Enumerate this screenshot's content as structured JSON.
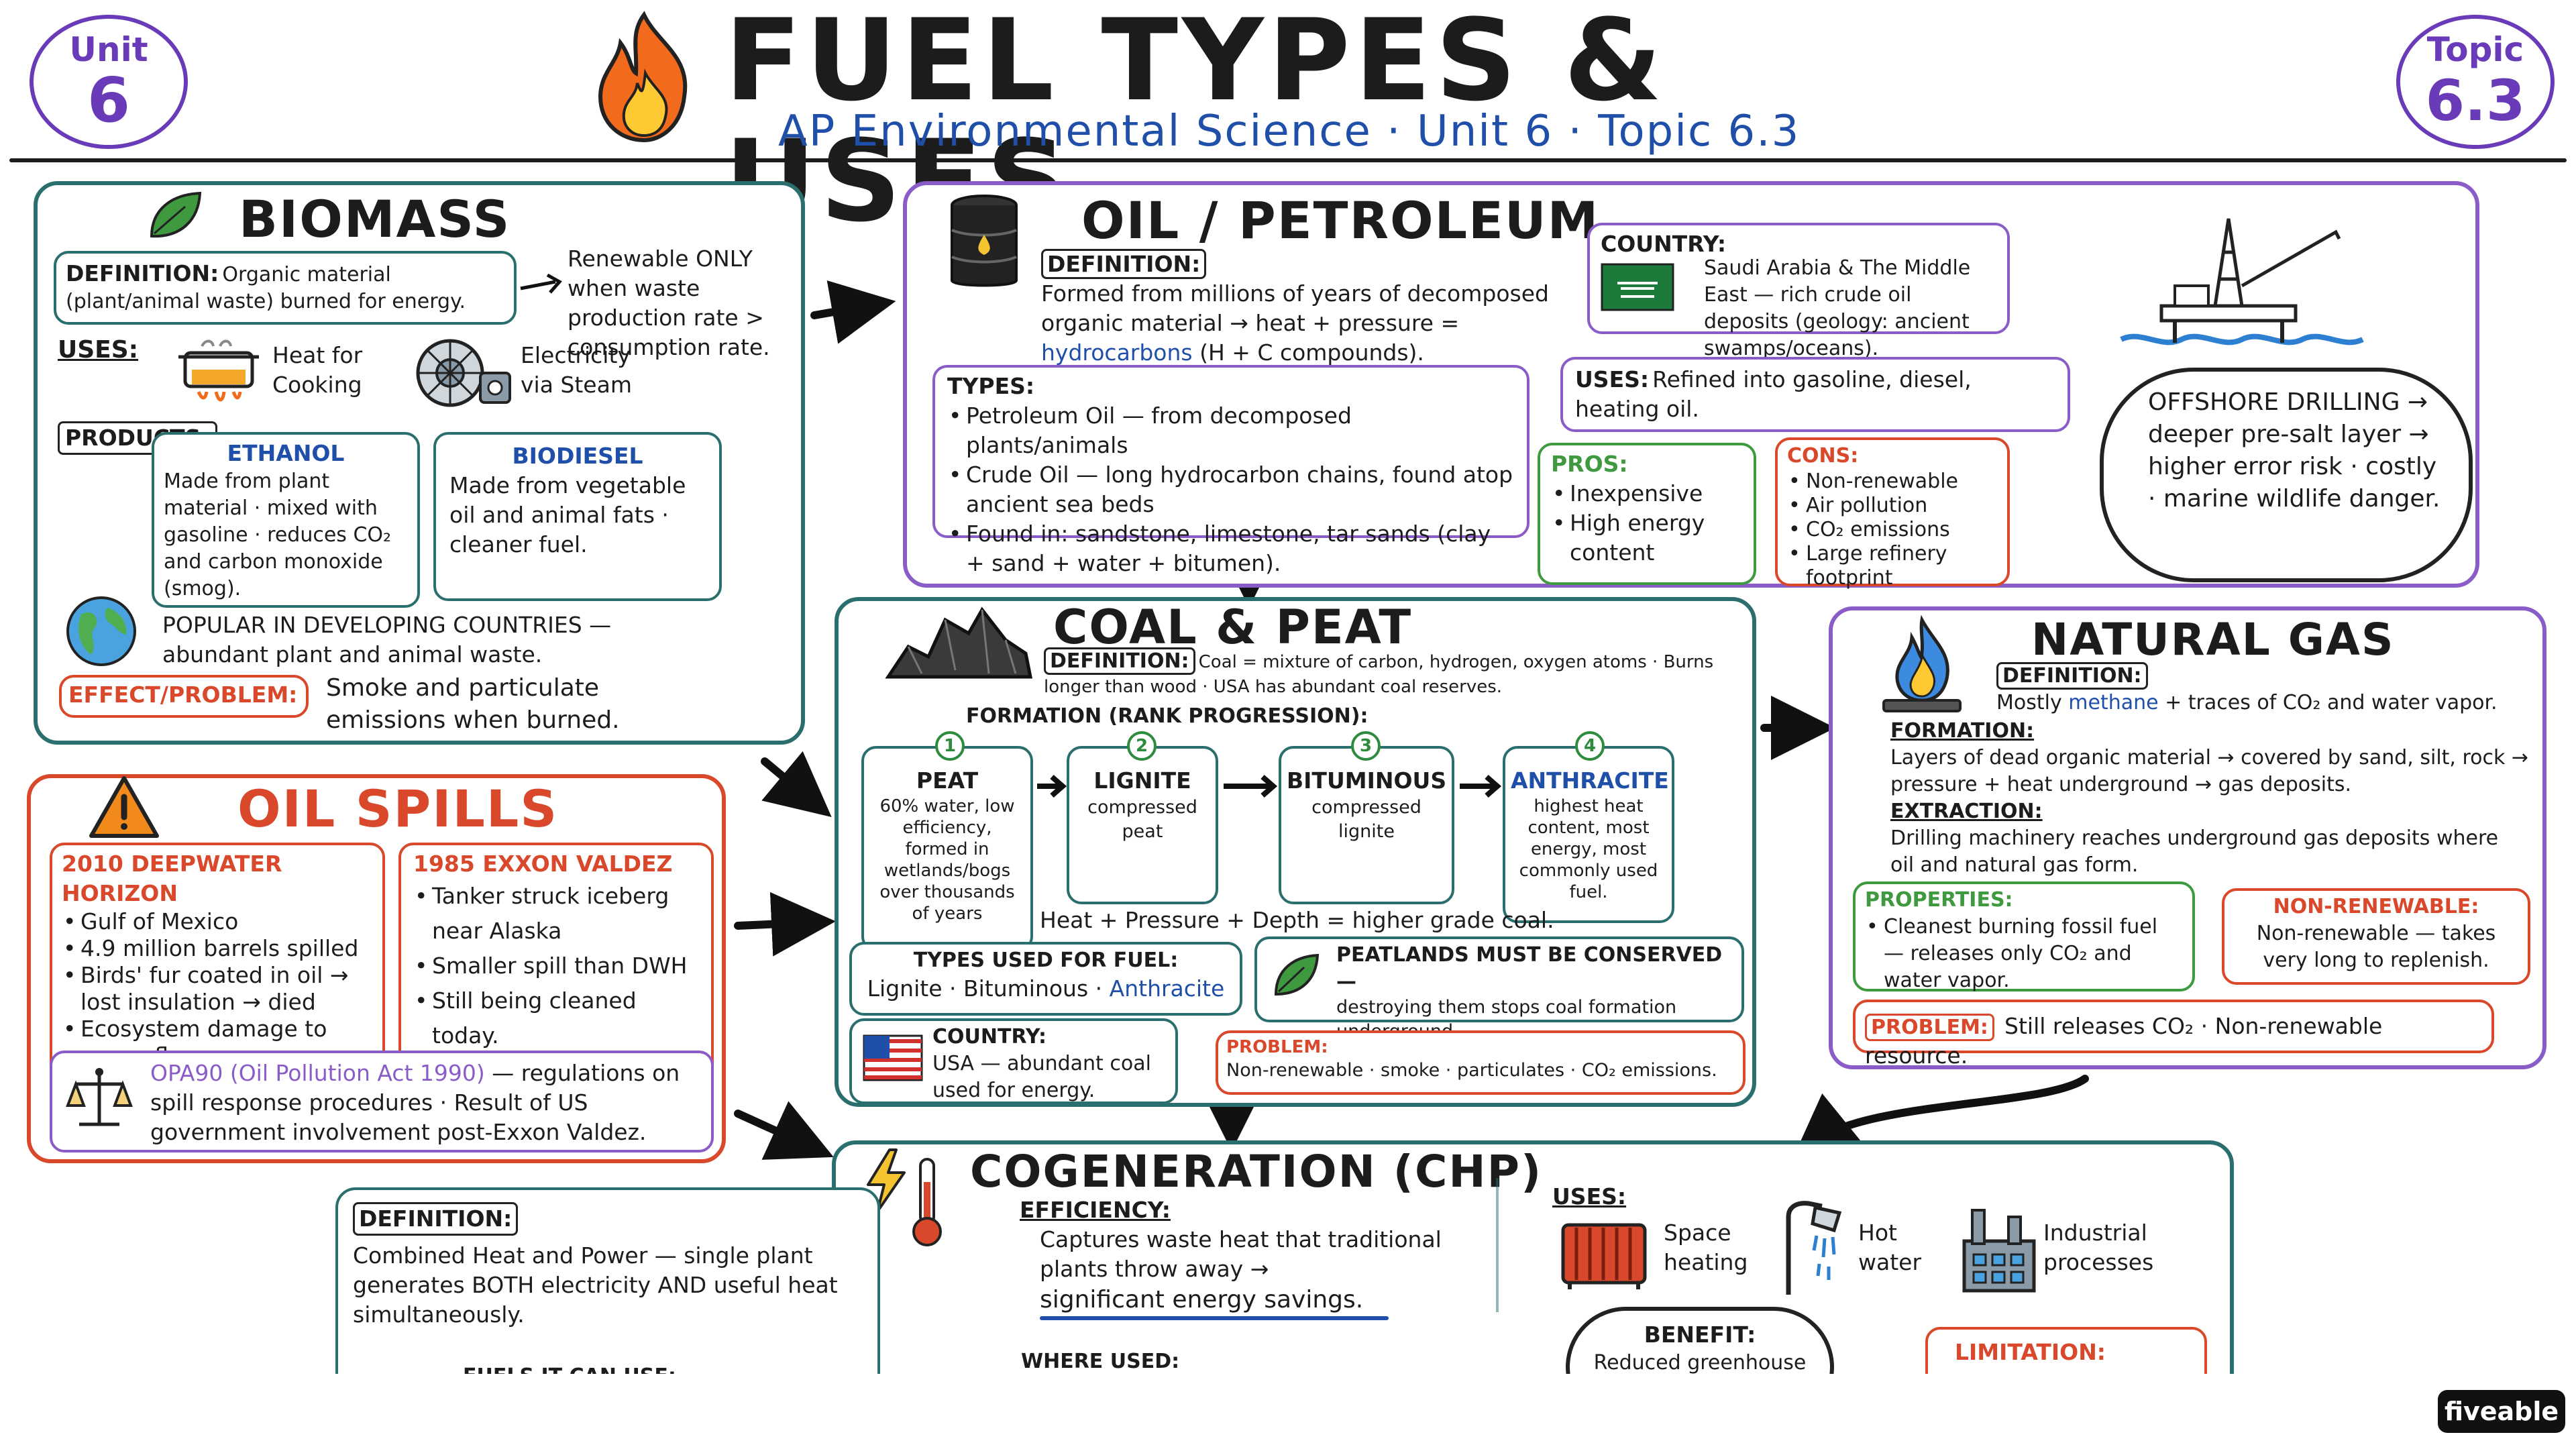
{
  "header": {
    "unit_badge_label": "Unit",
    "unit_badge_value": "6",
    "title": "FUEL TYPES & USES",
    "subtitle": "AP Environmental Science · Unit 6 · Topic 6.3",
    "topic_badge_label": "Topic",
    "topic_badge_value": "6.3"
  },
  "biomass": {
    "title": "BIOMASS",
    "definition_label": "DEFINITION:",
    "definition_text": "Organic material (plant/animal waste) burned for energy.",
    "renewable_note": "Renewable ONLY when waste production rate > consumption rate.",
    "uses_label": "USES:",
    "use1": "Heat for Cooking",
    "use2": "Electricity via Steam",
    "products_label": "PRODUCTS:",
    "ethanol_title": "ETHANOL",
    "ethanol_text": "Made from plant material · mixed with gasoline · reduces CO₂ and carbon monoxide (smog).",
    "biodiesel_title": "BIODIESEL",
    "biodiesel_text": "Made from vegetable oil and animal fats · cleaner fuel.",
    "popular": "POPULAR IN DEVELOPING COUNTRIES — abundant plant and animal waste.",
    "effect_label": "EFFECT/PROBLEM:",
    "effect_text": "Smoke and particulate emissions when burned."
  },
  "oil": {
    "title": "OIL / PETROLEUM",
    "definition_label": "DEFINITION:",
    "definition_text_a": "Formed from millions of years of decomposed organic material → heat + pressure = ",
    "definition_highlight": "hydrocarbons",
    "definition_text_b": " (H + C compounds).",
    "country_label": "COUNTRY:",
    "country_text": "Saudi Arabia & The Middle East — rich crude oil deposits (geology: ancient swamps/oceans).",
    "types_label": "TYPES:",
    "types": [
      "Petroleum Oil — from decomposed plants/animals",
      "Crude Oil — long hydrocarbon chains, found atop ancient sea beds",
      "Found in: sandstone, limestone, tar sands (clay + sand + water + bitumen)."
    ],
    "uses_label": "USES:",
    "uses_text": "Refined into gasoline, diesel, heating oil.",
    "pros_label": "PROS:",
    "pros": [
      "Inexpensive",
      "High energy content"
    ],
    "cons_label": "CONS:",
    "cons": [
      "Non-renewable",
      "Air pollution",
      "CO₂ emissions",
      "Large refinery footprint"
    ],
    "offshore": "OFFSHORE DRILLING → deeper pre-salt layer → higher error risk · costly · marine wildlife danger."
  },
  "oil_spills": {
    "title": "OIL SPILLS",
    "dwh_title": "2010 DEEPWATER HORIZON",
    "dwh": [
      "Gulf of Mexico",
      "4.9 million barrels spilled",
      "Birds' fur coated in oil → lost insulation → died",
      "Ecosystem damage to ocean floor."
    ],
    "exxon_title": "1985 EXXON VALDEZ",
    "exxon": [
      "Tanker struck iceberg near Alaska",
      "Smaller spill than DWH",
      "Still being cleaned today."
    ],
    "opa_label": "OPA90 (Oil Pollution Act 1990)",
    "opa_text": " — regulations on spill response procedures · Result of US government involvement post-Exxon Valdez."
  },
  "coal": {
    "title": "COAL & PEAT",
    "definition_label": "DEFINITION:",
    "definition_text": "Coal = mixture of carbon, hydrogen, oxygen atoms · Burns longer than wood · USA has abundant coal reserves.",
    "formation_label": "FORMATION (RANK PROGRESSION):",
    "stages": [
      {
        "num": "1",
        "name": "PEAT",
        "text": "60% water, low efficiency, formed in wetlands/bogs over thousands of years"
      },
      {
        "num": "2",
        "name": "LIGNITE",
        "text": "compressed peat"
      },
      {
        "num": "3",
        "name": "BITUMINOUS",
        "text": "compressed lignite"
      },
      {
        "num": "4",
        "name": "ANTHRACITE",
        "text": "highest heat content, most energy, most commonly used fuel."
      }
    ],
    "equation": "Heat + Pressure + Depth = higher grade coal.",
    "types_used_label": "TYPES USED FOR FUEL:",
    "types_used_a": "Lignite · Bituminous · ",
    "types_used_b": "Anthracite",
    "peat_label": "PEATLANDS MUST BE CONSERVED —",
    "peat_text": "destroying them stops coal formation underground.",
    "country_label": "COUNTRY:",
    "country_text": "USA — abundant coal used for energy.",
    "problem_label": "PROBLEM:",
    "problem_text": "Non-renewable · smoke · particulates · CO₂ emissions."
  },
  "gas": {
    "title": "NATURAL GAS",
    "definition_label": "DEFINITION:",
    "definition_a": "Mostly ",
    "definition_highlight": "methane",
    "definition_b": " + traces of CO₂ and water vapor.",
    "formation_label": "FORMATION:",
    "formation_text": "Layers of dead organic material → covered by sand, silt, rock → pressure + heat underground → gas deposits.",
    "extraction_label": "EXTRACTION:",
    "extraction_text": "Drilling machinery reaches underground gas deposits where oil and natural gas form.",
    "properties_label": "PROPERTIES:",
    "properties_text": "Cleanest burning fossil fuel — releases only CO₂ and water vapor.",
    "nonrenew_label": "NON-RENEWABLE:",
    "nonrenew_text": "Non-renewable — takes very long to replenish.",
    "problem_label": "PROBLEM:",
    "problem_text": "Still releases CO₂ · Non-renewable resource."
  },
  "chp": {
    "title": "COGENERATION (CHP)",
    "definition_label": "DEFINITION:",
    "definition_text": "Combined Heat and Power — single plant generates BOTH electricity AND useful heat simultaneously.",
    "efficiency_label": "EFFICIENCY:",
    "efficiency_a": "Captures waste heat that traditional plants throw away →",
    "efficiency_b": "significant energy savings.",
    "uses_label": "USES:",
    "use1": "Space heating",
    "use2": "Hot water",
    "use3": "Industrial processes",
    "fuels_label": "FUELS IT CAN USE:",
    "where_label": "WHERE USED:",
    "benefit_label": "BENEFIT:",
    "benefit_text": "Reduced greenhouse",
    "limitation_label": "LIMITATION:"
  },
  "brand": "fiveable",
  "colors": {
    "teal": "#2b6e6e",
    "purple": "#8a5cc8",
    "red": "#d9482b",
    "green": "#3f9a3f",
    "blue": "#1f4fa8",
    "orange": "#e04a1f"
  }
}
